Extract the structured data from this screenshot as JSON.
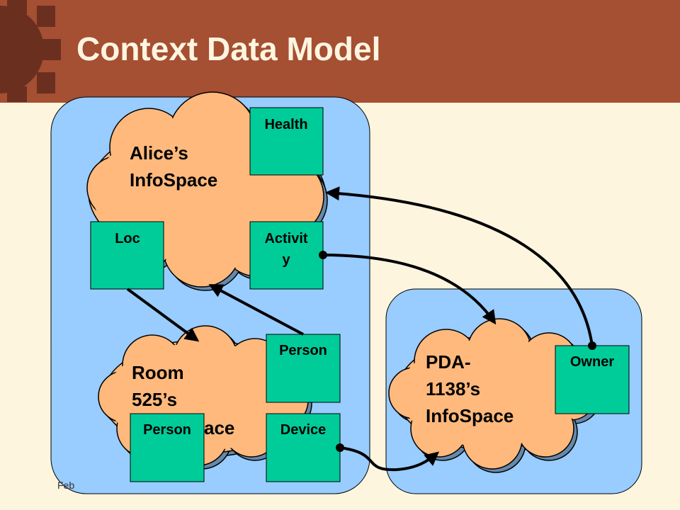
{
  "title": "Context Data Model",
  "footer": {
    "date": "Feb"
  },
  "alice": {
    "line1": "Alice’s",
    "line2": "InfoSpace"
  },
  "room": {
    "line1": "Room",
    "line2": "525’s",
    "line3_visible": "ace"
  },
  "pda": {
    "line1": "PDA-",
    "line2": "1138’s",
    "line3": "InfoSpace"
  },
  "boxes": {
    "health": "Health",
    "loc": "Loc",
    "activity_line1": "Activit",
    "activity_line2": "y",
    "person_upper": "Person",
    "person_lower": "Person",
    "device": "Device",
    "owner": "Owner"
  },
  "colors": {
    "header": "#a54f33",
    "gear": "#6b2f1f",
    "background": "#fdf5de",
    "panel": "#99ccff",
    "cloud": "#ffb97d",
    "box": "#00cc99",
    "title_text": "#fff5e0"
  }
}
